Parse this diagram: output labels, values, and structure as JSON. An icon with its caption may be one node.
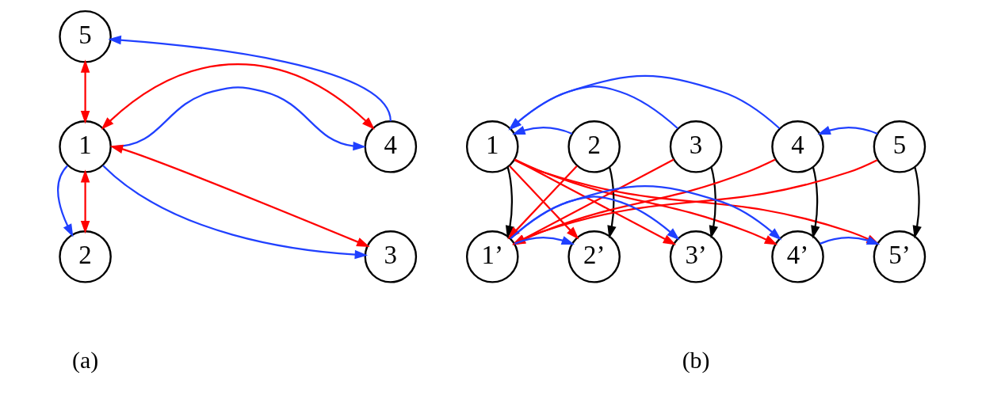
{
  "diagram": {
    "nodes": [
      {
        "text": [
          "5"
        ]
      },
      {
        "text": [
          "1"
        ]
      },
      {
        "text": [
          "4"
        ]
      },
      {
        "text": [
          "2"
        ]
      },
      {
        "text": [
          "3"
        ]
      },
      {
        "text": [
          "1"
        ]
      },
      {
        "text": [
          "2"
        ]
      },
      {
        "text": [
          "3"
        ]
      },
      {
        "text": [
          "4"
        ]
      },
      {
        "text": [
          "5"
        ]
      },
      {
        "text": [
          "1’"
        ]
      },
      {
        "text": [
          "2’"
        ]
      },
      {
        "text": [
          "3’"
        ]
      },
      {
        "text": [
          "4’"
        ]
      },
      {
        "text": [
          "5’"
        ]
      }
    ],
    "edges": [
      {
        "from": 1,
        "to": 0,
        "arrow": "both",
        "color": "#ff0000"
      },
      {
        "from": 2,
        "to": 0,
        "arrow": "to",
        "color": "#2040ff"
      },
      {
        "from": 1,
        "to": 2,
        "arrow": "both",
        "color": "#ff0000"
      },
      {
        "from": 1,
        "to": 2,
        "arrow": "to",
        "color": "#2040ff"
      },
      {
        "from": 1,
        "to": 3,
        "arrow": "to",
        "color": "#2040ff"
      },
      {
        "from": 1,
        "to": 3,
        "arrow": "both",
        "color": "#ff0000"
      },
      {
        "from": 1,
        "to": 4,
        "arrow": "to",
        "color": "#2040ff"
      },
      {
        "from": 1,
        "to": 4,
        "arrow": "both",
        "color": "#ff0000"
      },
      {
        "from": 6,
        "to": 5,
        "arrow": "to",
        "color": "#2040ff"
      },
      {
        "from": 7,
        "to": 5,
        "arrow": "to",
        "color": "#2040ff"
      },
      {
        "from": 8,
        "to": 5,
        "arrow": "to",
        "color": "#2040ff"
      },
      {
        "from": 9,
        "to": 8,
        "arrow": "to",
        "color": "#2040ff"
      },
      {
        "from": 5,
        "to": 10,
        "arrow": "to",
        "color": "#000000"
      },
      {
        "from": 6,
        "to": 11,
        "arrow": "to",
        "color": "#000000"
      },
      {
        "from": 7,
        "to": 12,
        "arrow": "to",
        "color": "#000000"
      },
      {
        "from": 8,
        "to": 13,
        "arrow": "to",
        "color": "#000000"
      },
      {
        "from": 9,
        "to": 14,
        "arrow": "to",
        "color": "#000000"
      },
      {
        "from": 5,
        "to": 11,
        "arrow": "to",
        "color": "#ff0000"
      },
      {
        "from": 5,
        "to": 12,
        "arrow": "to",
        "color": "#ff0000"
      },
      {
        "from": 5,
        "to": 13,
        "arrow": "to",
        "color": "#ff0000"
      },
      {
        "from": 5,
        "to": 14,
        "arrow": "to",
        "color": "#ff0000"
      },
      {
        "from": 6,
        "to": 10,
        "arrow": "to",
        "color": "#ff0000"
      },
      {
        "from": 7,
        "to": 10,
        "arrow": "to",
        "color": "#ff0000"
      },
      {
        "from": 8,
        "to": 10,
        "arrow": "to",
        "color": "#ff0000"
      },
      {
        "from": 9,
        "to": 10,
        "arrow": "to",
        "color": "#ff0000"
      },
      {
        "from": 10,
        "to": 11,
        "arrow": "to",
        "color": "#2040ff"
      },
      {
        "from": 10,
        "to": 12,
        "arrow": "to",
        "color": "#2040ff"
      },
      {
        "from": 10,
        "to": 13,
        "arrow": "to",
        "color": "#2040ff"
      },
      {
        "from": 13,
        "to": 14,
        "arrow": "to",
        "color": "#2040ff"
      }
    ],
    "labels": [
      "(a)",
      "(b)"
    ]
  }
}
